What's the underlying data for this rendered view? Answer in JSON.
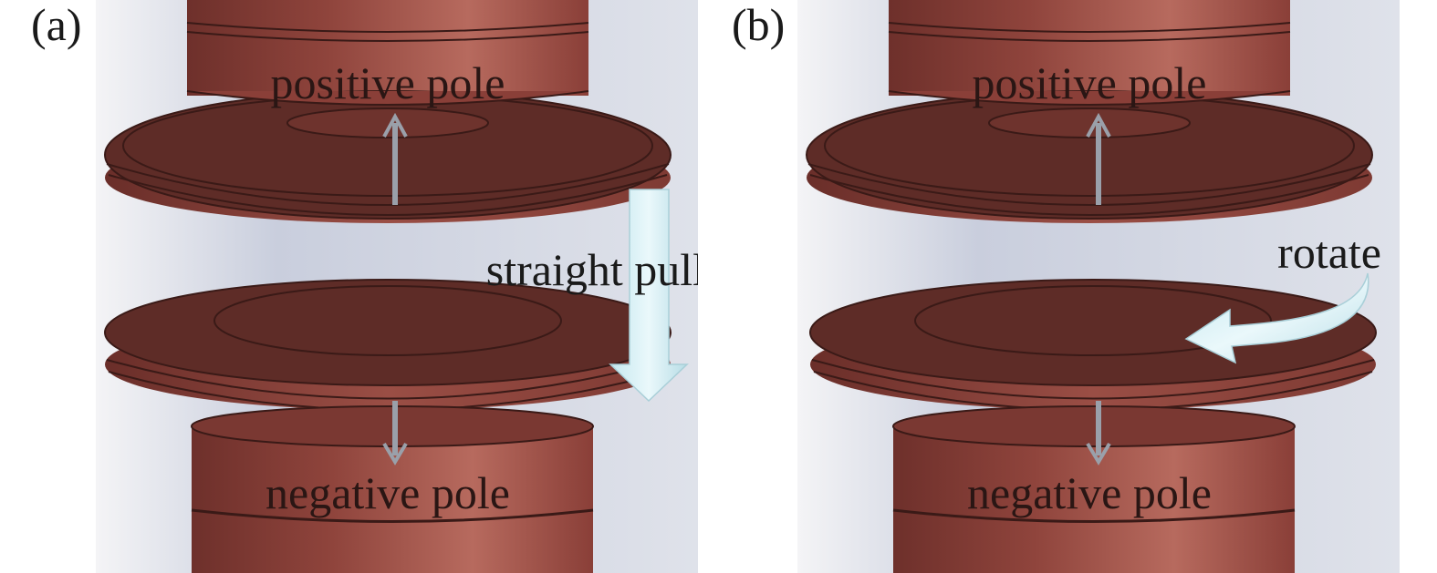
{
  "figure": {
    "panels": [
      {
        "label": "(a)",
        "top_electrode_label": "positive pole",
        "bottom_electrode_label": "negative pole",
        "motion_label": "straight pull",
        "motion_arrow_icon": "down-arrow-icon"
      },
      {
        "label": "(b)",
        "top_electrode_label": "positive pole",
        "bottom_electrode_label": "negative pole",
        "motion_label": "rotate",
        "motion_arrow_icon": "curved-arrow-icon"
      }
    ],
    "colors": {
      "electrode": "#8a3f38",
      "electrode_dark": "#5a2a25",
      "background": "#d4d8e4",
      "motion_arrow": "#d9f0f5"
    }
  }
}
